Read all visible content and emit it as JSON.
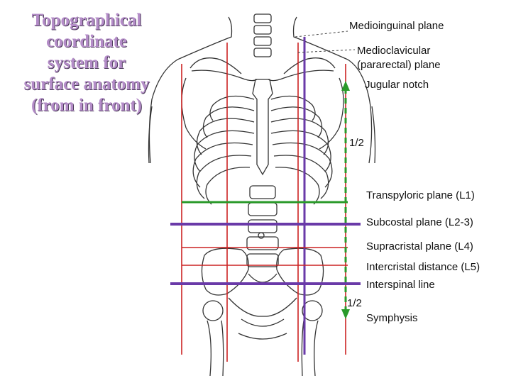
{
  "title": {
    "lines": [
      "Topographical",
      "coordinate",
      "system for",
      "surface anatomy",
      "(from in front)"
    ]
  },
  "labels": {
    "medioinguinal": "Medioinguinal plane",
    "medioclavicular_1": "Medioclavicular",
    "medioclavicular_2": "(pararectal) plane",
    "jugular_notch": "Jugular notch",
    "half_upper": "1/2",
    "transpyloric": "Transpyloric plane (L1)",
    "subcostal": "Subcostal plane (L2-3)",
    "supracristal": "Supracristal plane (L4)",
    "intercristal": "Intercristal distance (L5)",
    "interspinal": "Interspinal line",
    "half_lower": "1/2",
    "symphysis": "Symphysis"
  },
  "colors": {
    "title": "#b48cc8",
    "vertical_red": "#cc2222",
    "purple": "#6a3aa8",
    "green": "#2a9a2a",
    "bone_line": "#333333"
  }
}
